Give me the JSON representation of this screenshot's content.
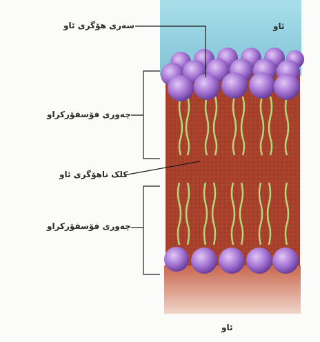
{
  "labels": {
    "water_top": "ئاو",
    "water_bottom": "ئاو",
    "hydrophilic_head": "سەری هۆگری ئاو",
    "phospholipid_layer_upper": "چەوری فۆسفۆرکراو",
    "hydrophobic_tail": "کلک ناهۆگری ئاو",
    "phospholipid_layer_lower": "چەوری فۆسفۆرکراو"
  },
  "colors": {
    "water": "#8ed1df",
    "interior": "#a8412c",
    "head": "#a06ad0",
    "tail": "#b5d67a",
    "leader": "#1a1a1a"
  }
}
